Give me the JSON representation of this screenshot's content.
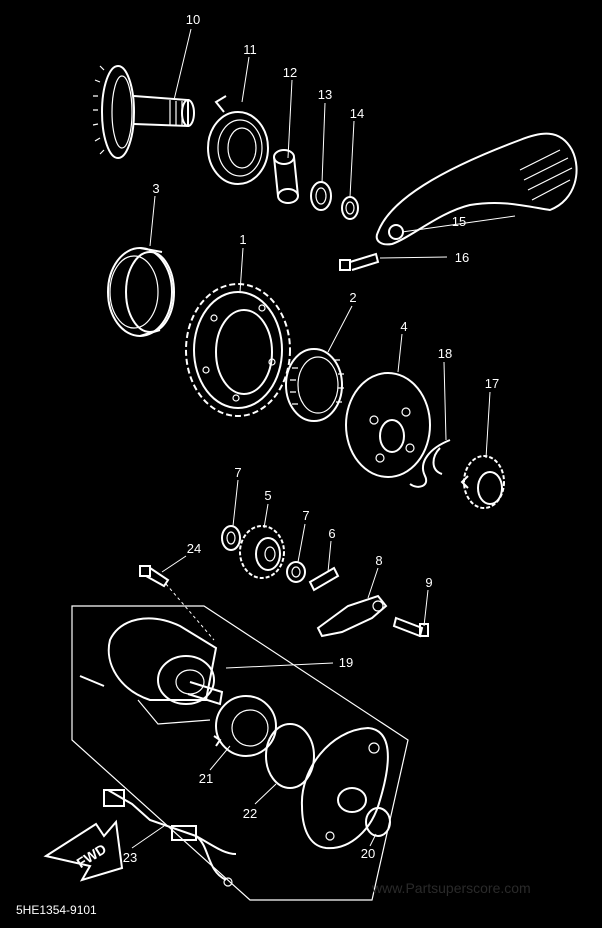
{
  "diagram": {
    "code": "5HE1354-9101",
    "watermark": "www.Partsuperscore.com",
    "fwd_label": "FWD",
    "callouts": {
      "c1": "1",
      "c2": "2",
      "c3": "3",
      "c4": "4",
      "c5": "5",
      "c6": "6",
      "c7a": "7",
      "c7b": "7",
      "c8": "8",
      "c9": "9",
      "c10": "10",
      "c11": "11",
      "c12": "12",
      "c13": "13",
      "c14": "14",
      "c15": "15",
      "c16": "16",
      "c17": "17",
      "c18": "18",
      "c19": "19",
      "c20": "20",
      "c21": "21",
      "c22": "22",
      "c23": "23",
      "c24": "24"
    }
  }
}
